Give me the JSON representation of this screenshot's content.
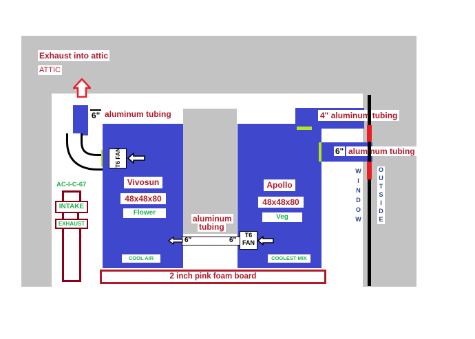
{
  "colors": {
    "wall_gray": "#c3c3c3",
    "tent_blue": "#3f48cc",
    "label_red": "#b0192a",
    "label_green": "#22b14c",
    "frame_red": "#880015",
    "green_accent": "#b5e61d",
    "window_red": "#ed1c24"
  },
  "attic": {
    "exhaust_label": "Exhaust into attic",
    "attic_label": "ATTIC"
  },
  "ducts": {
    "left_tubing_size": "6\"",
    "left_tubing_label": "aluminum tubing",
    "top_right_tubing_label": "4\" aluminum tubing",
    "right_tubing_size": "6\"",
    "right_tubing_label": "aluminum tubing",
    "middle_tubing_label_line1": "aluminum",
    "middle_tubing_label_line2": "tubing",
    "middle_left_size": "6\"",
    "middle_right_size": "6\""
  },
  "fans": {
    "left_fan_line1": "T6",
    "left_fan_line2": "FAN",
    "middle_fan_line1": "T6",
    "middle_fan_line2": "FAN"
  },
  "left_tent": {
    "name": "Vivosun",
    "size": "48x48x80",
    "stage": "Flower",
    "air_note": "COOL AIR"
  },
  "right_tent": {
    "name": "Apollo",
    "size": "48x48x80",
    "stage": "Veg",
    "air_note": "COOLEST MIX"
  },
  "ac_unit": {
    "model": "AC-I-C-67",
    "intake_label": "INTAKE",
    "exhaust_label": "EXHAUST"
  },
  "floor": {
    "label": "2 inch pink foam board"
  },
  "window": {
    "letters": [
      "W",
      "I",
      "N",
      "D",
      "O",
      "W"
    ]
  },
  "outside": {
    "letters": [
      "O",
      "U",
      "T",
      "S",
      "I",
      "D",
      "E"
    ]
  }
}
